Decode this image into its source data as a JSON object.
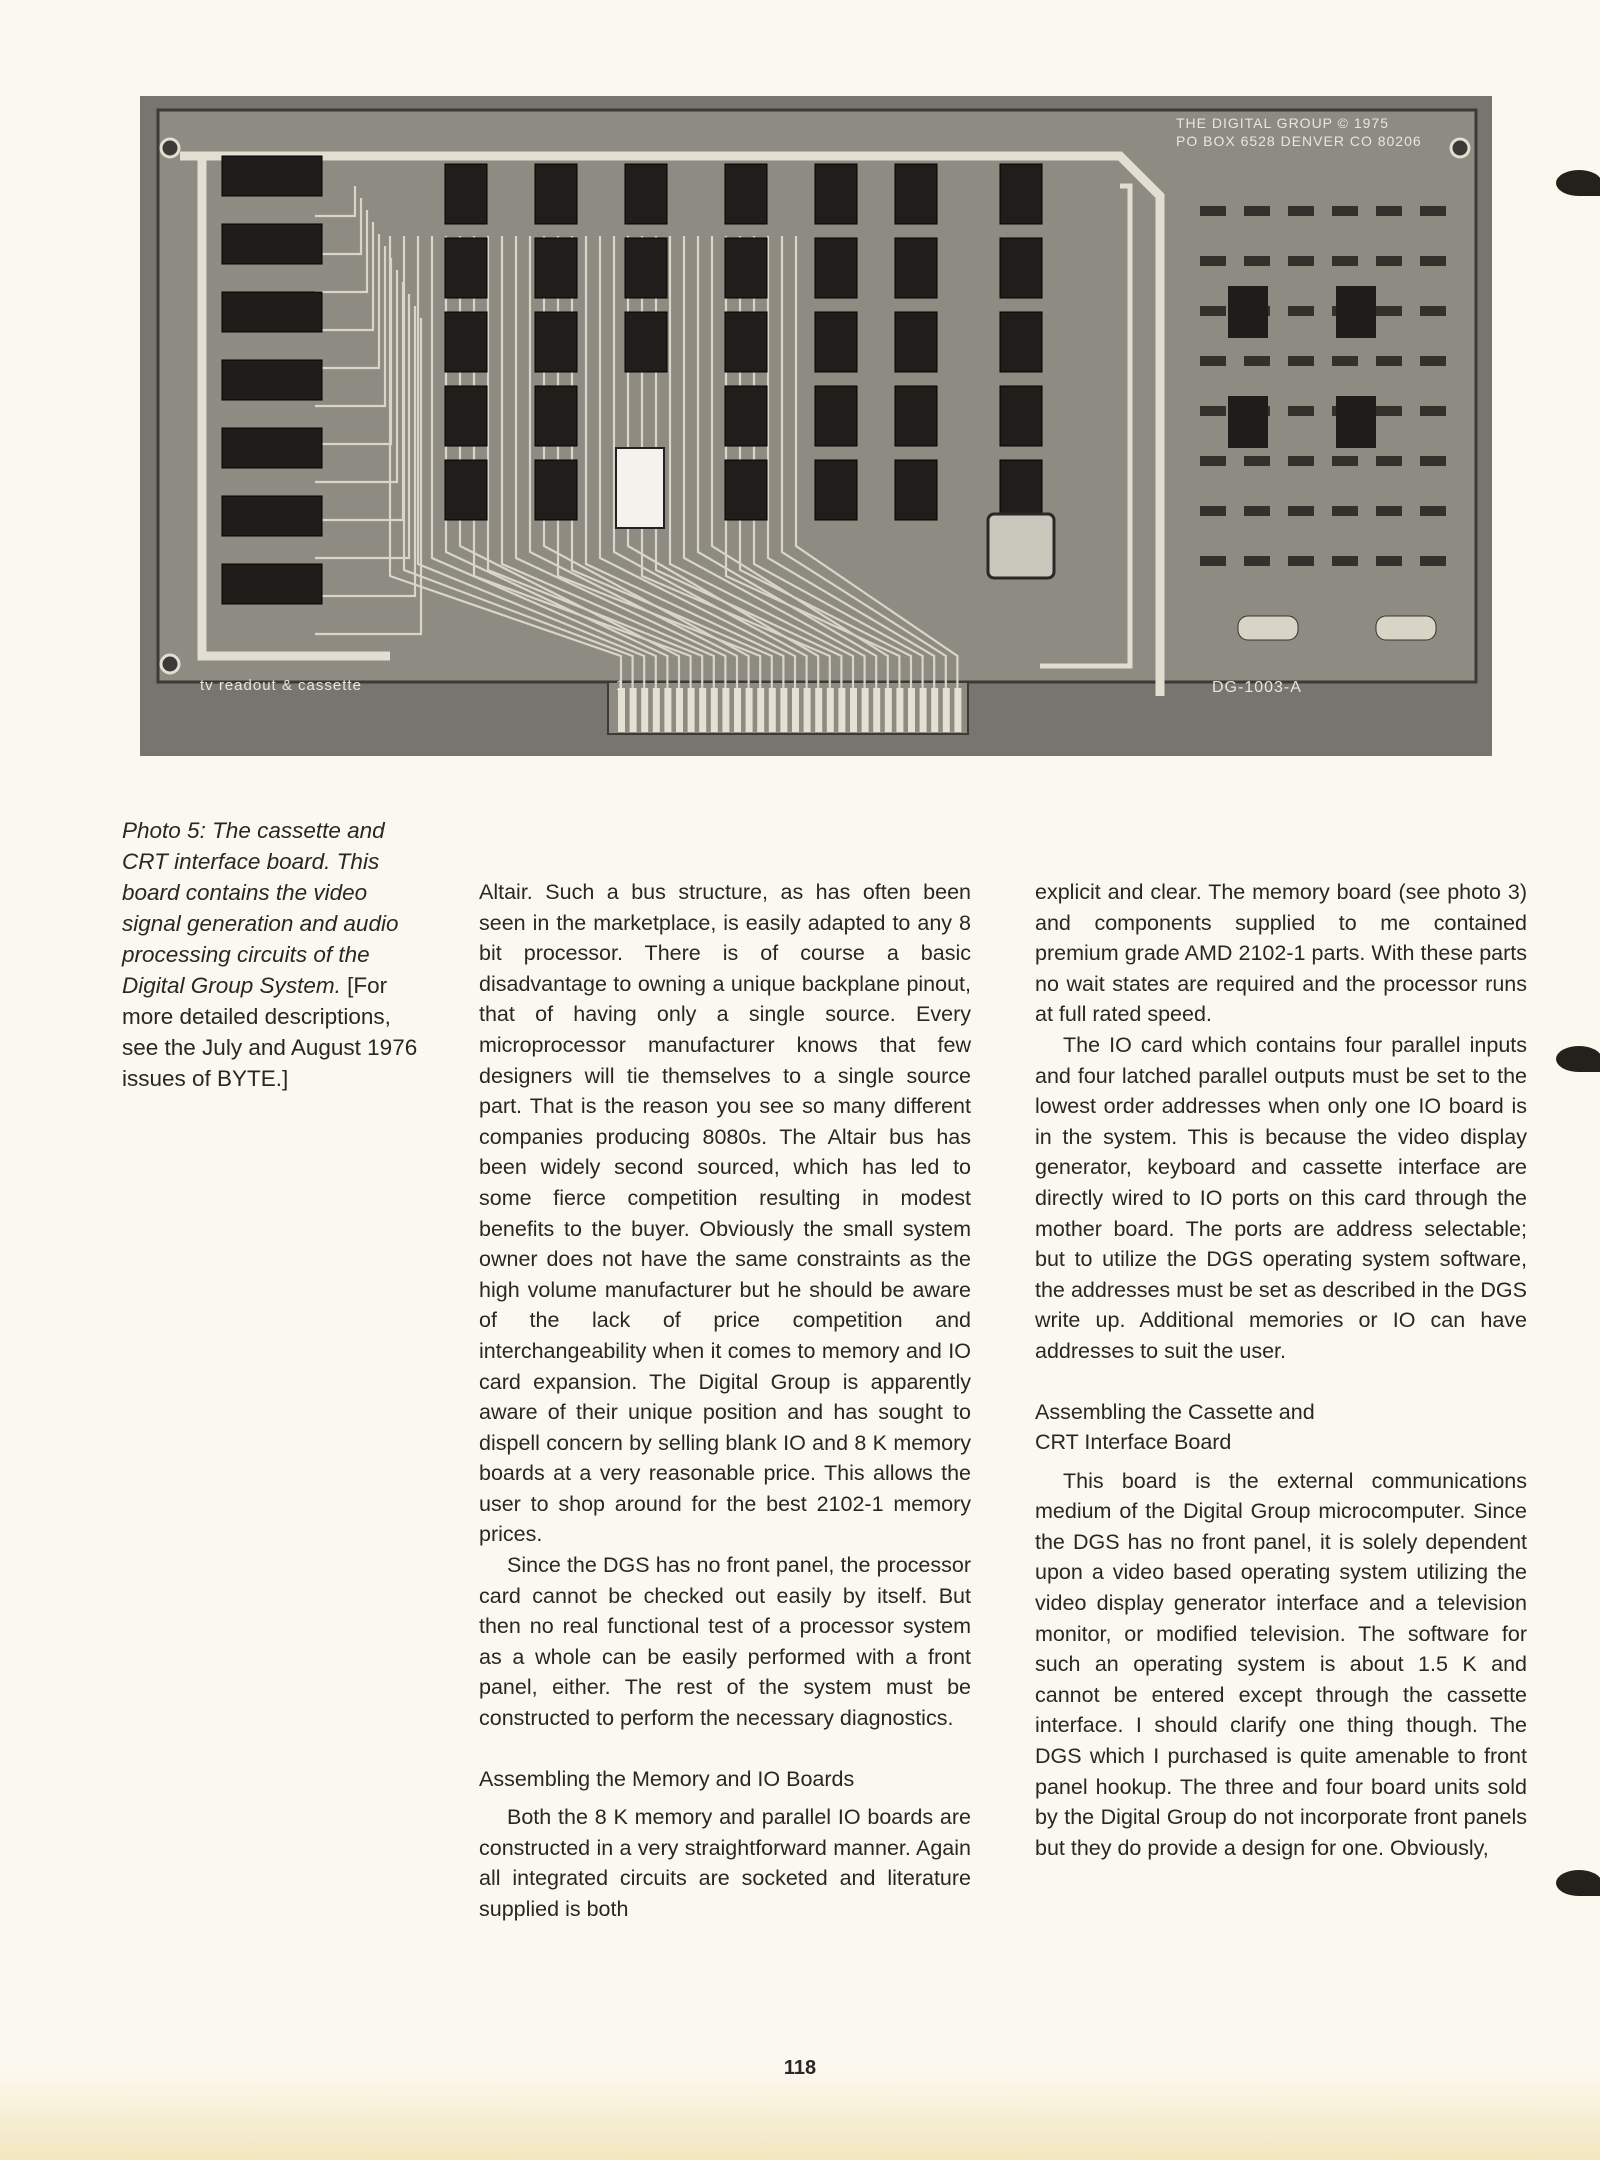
{
  "photo": {
    "silkscreen_top": "THE DIGITAL GROUP  ©  1975",
    "silkscreen_top2": "PO BOX 6528  DENVER CO 80206",
    "silkscreen_bottom_left": "tv readout & cassette",
    "silkscreen_bottom_right": "DG-1003-A",
    "connector_pin": "1"
  },
  "caption": {
    "text": "Photo 5: The cassette and CRT interface board. This board contains the video signal generation and audio processing circuits of the Digital Group System.",
    "note": "[For more detailed descriptions, see the July and August 1976 issues of BYTE.]"
  },
  "column_middle": {
    "p1": "Altair. Such a bus structure, as has often been seen in the marketplace, is easily adapted to any 8 bit processor. There is of course a basic disadvantage to owning a unique backplane pinout, that of having only a single source. Every microprocessor manufacturer knows that few designers will tie themselves to a single source part. That is the reason you see so many different companies producing 8080s. The Altair bus has been widely second sourced, which has led to some fierce competition resulting in modest benefits to the buyer. Obviously the small system owner does not have the same constraints as the high volume manufacturer but he should be aware of the lack of price competition and interchangeability when it comes to memory and IO card expansion. The Digital Group is apparently aware of their unique position and has sought to dispell concern by selling blank IO and 8 K memory boards at a very reasonable price. This allows the user to shop around for the best 2102-1 memory prices.",
    "p2": "Since the DGS has no front panel, the processor card cannot be checked out easily by itself. But then no real functional test of a processor system as a whole can be easily performed with a front panel, either. The rest of the system must be constructed to perform the necessary diagnostics.",
    "heading": "Assembling the Memory and IO Boards",
    "p3": "Both the 8 K memory and parallel IO boards are constructed in a very straightforward manner. Again all integrated circuits are socketed and literature supplied is both"
  },
  "column_right": {
    "p1": "explicit and clear. The memory board (see photo 3) and components supplied to me contained premium grade AMD 2102-1 parts. With these parts no wait states are required and the processor runs at full rated speed.",
    "p2": "The IO card which contains four parallel inputs and four latched parallel outputs must be set to the lowest order addresses when only one IO board is in the system. This is because the video display generator, keyboard and cassette interface are directly wired to IO ports on this card through the mother board. The ports are address selectable; but to utilize the DGS operating system software, the addresses must be set as described in the DGS write up. Additional memories or IO can have addresses to suit the user.",
    "heading1": "Assembling the Cassette and",
    "heading2": "CRT Interface Board",
    "p3": "This board is the external communications medium of the Digital Group microcomputer. Since the DGS has no front panel, it is solely dependent upon a video based operating system utilizing the video display generator interface and a television monitor, or modified television. The software for such an operating system is about 1.5 K and cannot be entered except through the cassette interface. I should clarify one thing though. The DGS which I purchased is quite amenable to front panel hookup. The three and four board units sold by the Digital Group do not incorporate front panels but they do provide a design for one. Obviously,"
  },
  "page_number": "118"
}
